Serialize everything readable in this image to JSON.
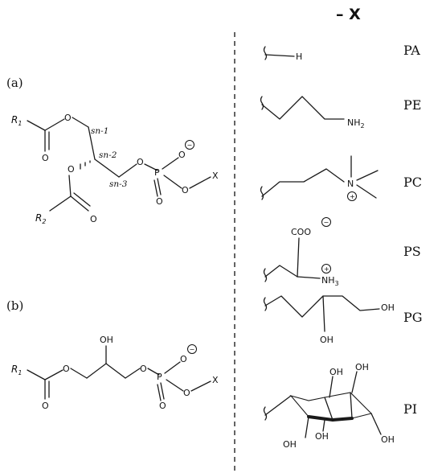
{
  "header": {
    "substituent_label": "– X"
  },
  "panels": {
    "a_label": "(a)",
    "b_label": "(b)"
  },
  "structure_a": {
    "r1": "R",
    "r1_sub": "1",
    "r2": "R",
    "r2_sub": "2",
    "o": "O",
    "p": "P",
    "x": "X",
    "minus": "−",
    "sn1": "sn-1",
    "sn2": "sn-2",
    "sn3": "sn-3"
  },
  "structure_b": {
    "r1": "R",
    "r1_sub": "1",
    "o": "O",
    "oh": "OH",
    "p": "P",
    "x": "X",
    "minus": "−"
  },
  "headgroups": [
    {
      "abbr": "PA",
      "label_h": "H"
    },
    {
      "abbr": "PE",
      "label_n": "NH",
      "label_n_sub": "2"
    },
    {
      "abbr": "PC",
      "label_n": "N",
      "plus": "+"
    },
    {
      "abbr": "PS",
      "label_coo": "COO",
      "label_n": "NH",
      "label_n_sub": "3",
      "minus": "−",
      "plus": "+"
    },
    {
      "abbr": "PG",
      "label_oh": "OH"
    },
    {
      "abbr": "PI",
      "label_oh": "OH"
    }
  ]
}
